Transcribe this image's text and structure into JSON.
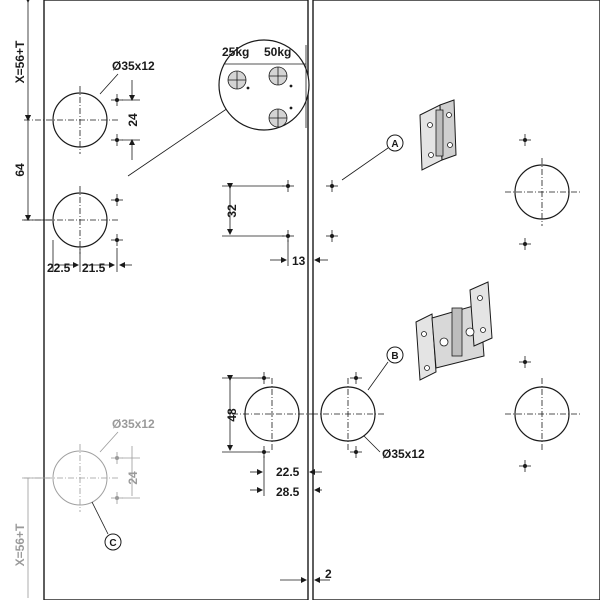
{
  "labels": {
    "x_dim_top": "X=56+T",
    "x_dim_bottom": "X=56+T",
    "cup_top": "Ø35x12",
    "cup_right": "Ø35x12",
    "cup_grey": "Ø35x12",
    "dim_64": "64",
    "dim_24_top": "24",
    "dim_24_grey": "24",
    "dim_22_5_left": "22.5",
    "dim_21_5": "21.5",
    "dim_32": "32",
    "dim_13": "13",
    "dim_48": "48",
    "dim_22_5": "22.5",
    "dim_28_5": "28.5",
    "dim_2": "2",
    "load_25": "25kg",
    "load_50": "50kg",
    "callout_a": "A",
    "callout_b": "B",
    "callout_c": "C"
  }
}
